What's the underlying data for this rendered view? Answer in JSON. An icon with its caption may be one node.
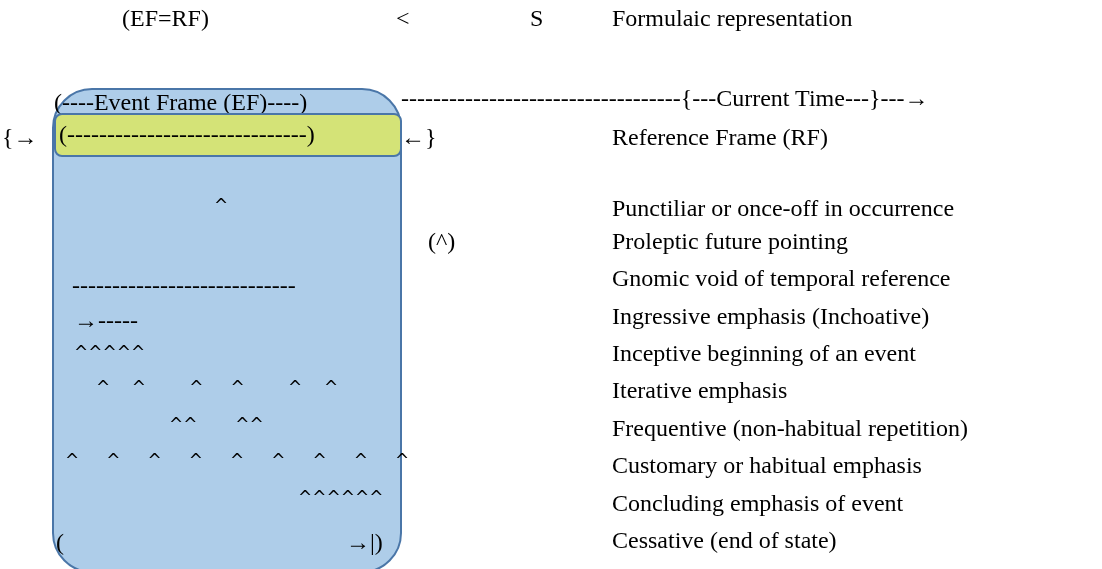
{
  "diagram": {
    "nodes": [
      {
        "text": [
          "(----Event Frame (EF)----)",
          "^",
          "----------------------------",
          "→-----",
          "^^^^^",
          "^    ^        ^     ^        ^    ^",
          "^^       ^^",
          "^     ^     ^     ^     ^     ^     ^     ^     ^",
          "^^^^^^",
          "(",
          "→|)"
        ]
      },
      {
        "text": [
          "(------------------------------)"
        ],
        "in": 0
      }
    ],
    "labels": [
      "(EF=RF)",
      "<",
      "S",
      "Formulaic representation",
      "-----------------------------------{---Current Time---}---→",
      "{→",
      "←}",
      "Reference Frame (RF)",
      "Punctiliar or once-off in occurrence",
      "(^)",
      "Proleptic future pointing",
      "Gnomic void of temporal reference",
      "Ingressive emphasis (Inchoative)",
      "Inceptive beginning of an event",
      "Iterative emphasis",
      "Frequentive (non-habitual repetition)",
      "Customary or habitual emphasis",
      "Concluding emphasis of event",
      "Cessative (end of state)"
    ]
  }
}
